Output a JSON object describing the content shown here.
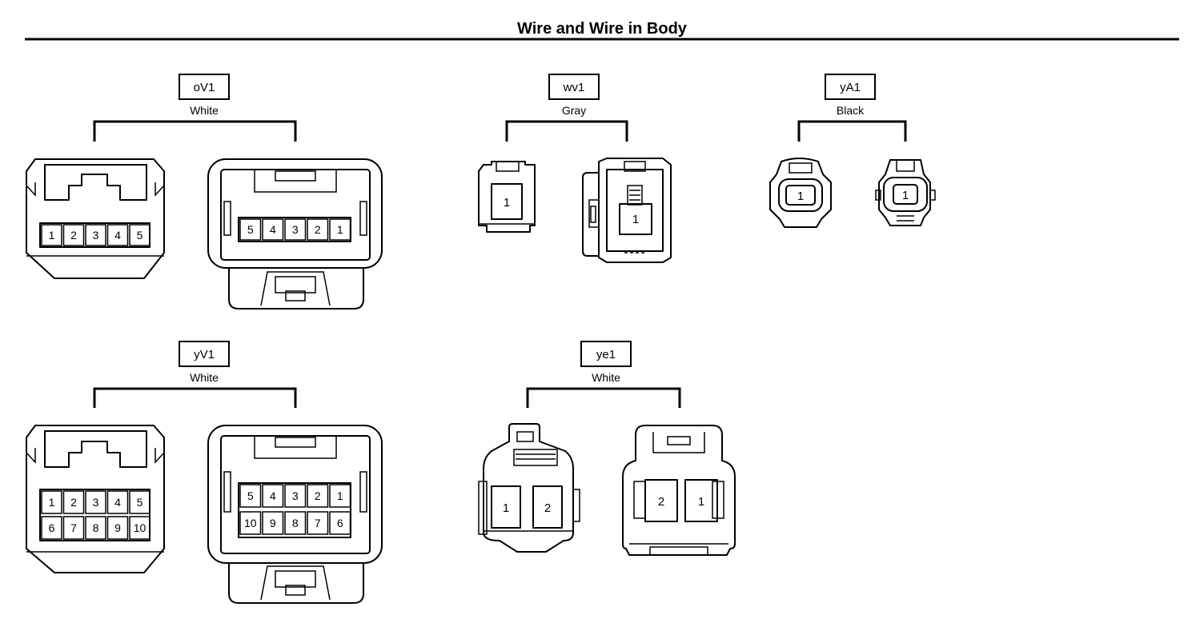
{
  "title": "Wire and Wire in Body",
  "connectors": {
    "oV1": {
      "code": "oV1",
      "color": "White",
      "male_pins": [
        "1",
        "2",
        "3",
        "4",
        "5"
      ],
      "female_pins": [
        "5",
        "4",
        "3",
        "2",
        "1"
      ]
    },
    "wv1": {
      "code": "wv1",
      "color": "Gray",
      "male_pins": [
        "1"
      ],
      "female_pins": [
        "1"
      ]
    },
    "yA1": {
      "code": "yA1",
      "color": "Black",
      "male_pins": [
        "1"
      ],
      "female_pins": [
        "1"
      ]
    },
    "yV1": {
      "code": "yV1",
      "color": "White",
      "male_pins": [
        [
          "1",
          "2",
          "3",
          "4",
          "5"
        ],
        [
          "6",
          "7",
          "8",
          "9",
          "10"
        ]
      ],
      "female_pins": [
        [
          "5",
          "4",
          "3",
          "2",
          "1"
        ],
        [
          "10",
          "9",
          "8",
          "7",
          "6"
        ]
      ]
    },
    "ye1": {
      "code": "ye1",
      "color": "White",
      "male_pins": [
        "1",
        "2"
      ],
      "female_pins": [
        "2",
        "1"
      ]
    }
  }
}
